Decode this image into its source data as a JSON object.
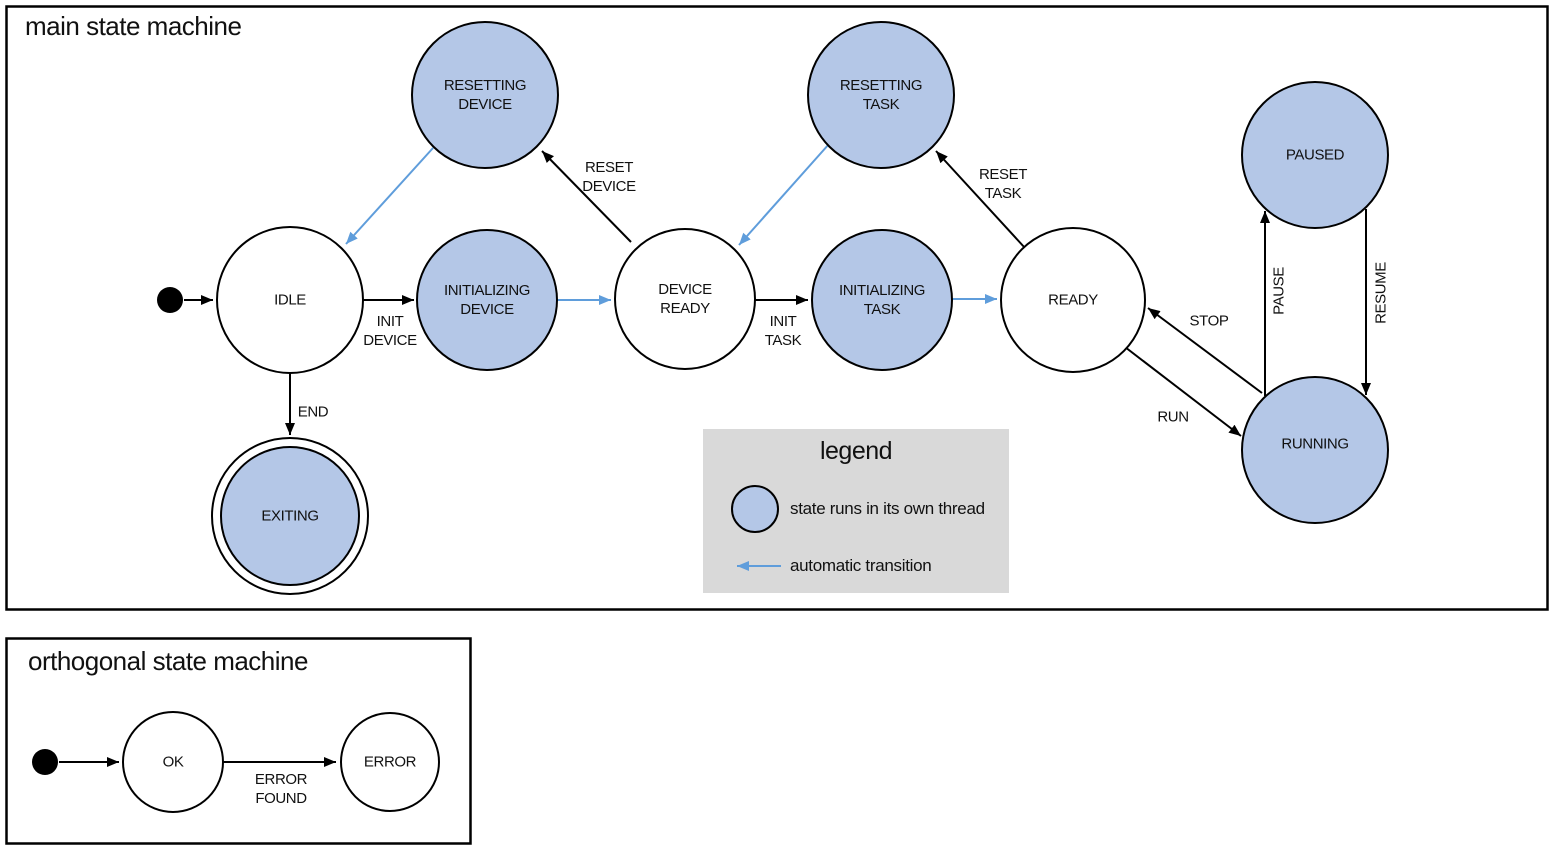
{
  "main_machine": {
    "title": "main state machine",
    "states": {
      "resetting_device": {
        "label": "RESETTING\nDEVICE",
        "threaded": true
      },
      "resetting_task": {
        "label": "RESETTING\nTASK",
        "threaded": true
      },
      "paused": {
        "label": "PAUSED",
        "threaded": true
      },
      "idle": {
        "label": "IDLE",
        "threaded": false
      },
      "initializing_device": {
        "label": "INITIALIZING\nDEVICE",
        "threaded": true
      },
      "device_ready": {
        "label": "DEVICE\nREADY",
        "threaded": false
      },
      "initializing_task": {
        "label": "INITIALIZING\nTASK",
        "threaded": true
      },
      "ready": {
        "label": "READY",
        "threaded": false
      },
      "running": {
        "label": "RUNNING",
        "threaded": true
      },
      "exiting": {
        "label": "EXITING",
        "threaded": true,
        "final": true
      }
    },
    "transitions": {
      "init_device": {
        "label": "INIT\nDEVICE"
      },
      "reset_device": {
        "label": "RESET\nDEVICE"
      },
      "init_task": {
        "label": "INIT\nTASK"
      },
      "reset_task": {
        "label": "RESET\nTASK"
      },
      "stop": {
        "label": "STOP"
      },
      "run": {
        "label": "RUN"
      },
      "pause": {
        "label": "PAUSE"
      },
      "resume": {
        "label": "RESUME"
      },
      "end": {
        "label": "END"
      }
    }
  },
  "legend": {
    "title": "legend",
    "threaded_state_label": "state runs in its own thread",
    "automatic_transition_label": "automatic transition"
  },
  "orthogonal_machine": {
    "title": "orthogonal state machine",
    "states": {
      "ok": {
        "label": "OK"
      },
      "error": {
        "label": "ERROR"
      }
    },
    "transitions": {
      "error_found": {
        "label": "ERROR\nFOUND"
      }
    }
  },
  "colors": {
    "threaded_state_fill": "#b4c7e7",
    "plain_state_fill": "#ffffff",
    "automatic_transition_arrow": "#5f9ddb",
    "legend_background": "#d9d9d9",
    "stroke": "#000000"
  }
}
